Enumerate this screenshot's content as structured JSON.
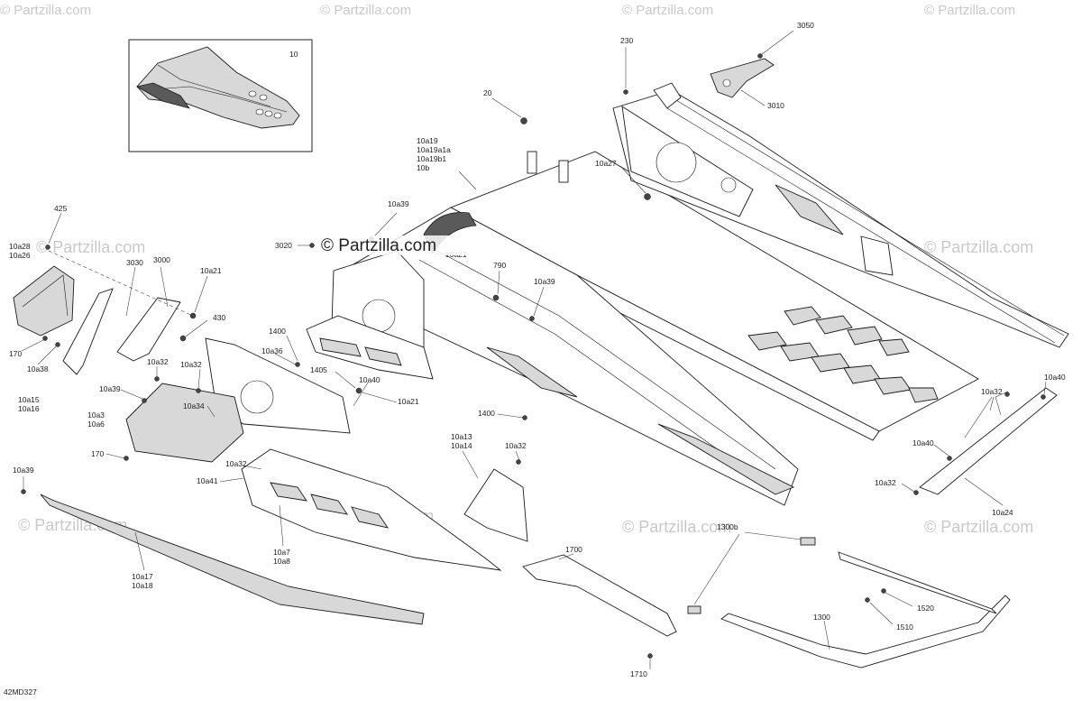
{
  "diagram": {
    "code": "42MD327",
    "watermark_main": "© Partzilla.com",
    "watermark_repeat": "© Partzilla.com",
    "inset_label": "10",
    "callouts": {
      "c3050": "3050",
      "c230": "230",
      "c3010": "3010",
      "c20": "20",
      "c10a19": "10a19",
      "c10a19a1a": "10a19a1a",
      "c10a19b1": "10a19b1",
      "c10b": "10b",
      "c10a27": "10a27",
      "c425": "425",
      "c10a28": "10a28",
      "c10a26": "10a26",
      "c10a39_top": "10a39",
      "c3020": "3020",
      "c10a21_top": "10a21",
      "c3030": "3030",
      "c3000": "3000",
      "c10a21_mid": "10a21",
      "c790": "790",
      "c10a39_mid": "10a39",
      "c430": "430",
      "c170_left": "170",
      "c10a38": "10a38",
      "c1400_top": "1400",
      "c10a36": "10a36",
      "c10a32_a": "10a32",
      "c10a32_b": "10a32",
      "c1405": "1405",
      "c10a21_low": "10a21",
      "c10a15": "10a15",
      "c10a16": "10a16",
      "c10a39_left": "10a39",
      "c10a34": "10a34",
      "c10a40_mid": "10a40",
      "c1400_low": "1400",
      "c10a40_right": "10a40",
      "c10a32_right": "10a32",
      "c10a3": "10a3",
      "c10a6": "10a6",
      "c10a13": "10a13",
      "c10a14": "10a14",
      "c10a32_c": "10a32",
      "c170_mid": "170",
      "c10a32_d": "10a32",
      "c10a40_r2": "10a40",
      "c10a41": "10a41",
      "c10a32_r2": "10a32",
      "c10a24": "10a24",
      "c10a39_bl": "10a39",
      "c1300b": "1300b",
      "c10a7": "10a7",
      "c10a8": "10a8",
      "c1700": "1700",
      "c10a17": "10a17",
      "c10a18": "10a18",
      "c1520": "1520",
      "c1300": "1300",
      "c1510": "1510",
      "c1710": "1710"
    }
  }
}
